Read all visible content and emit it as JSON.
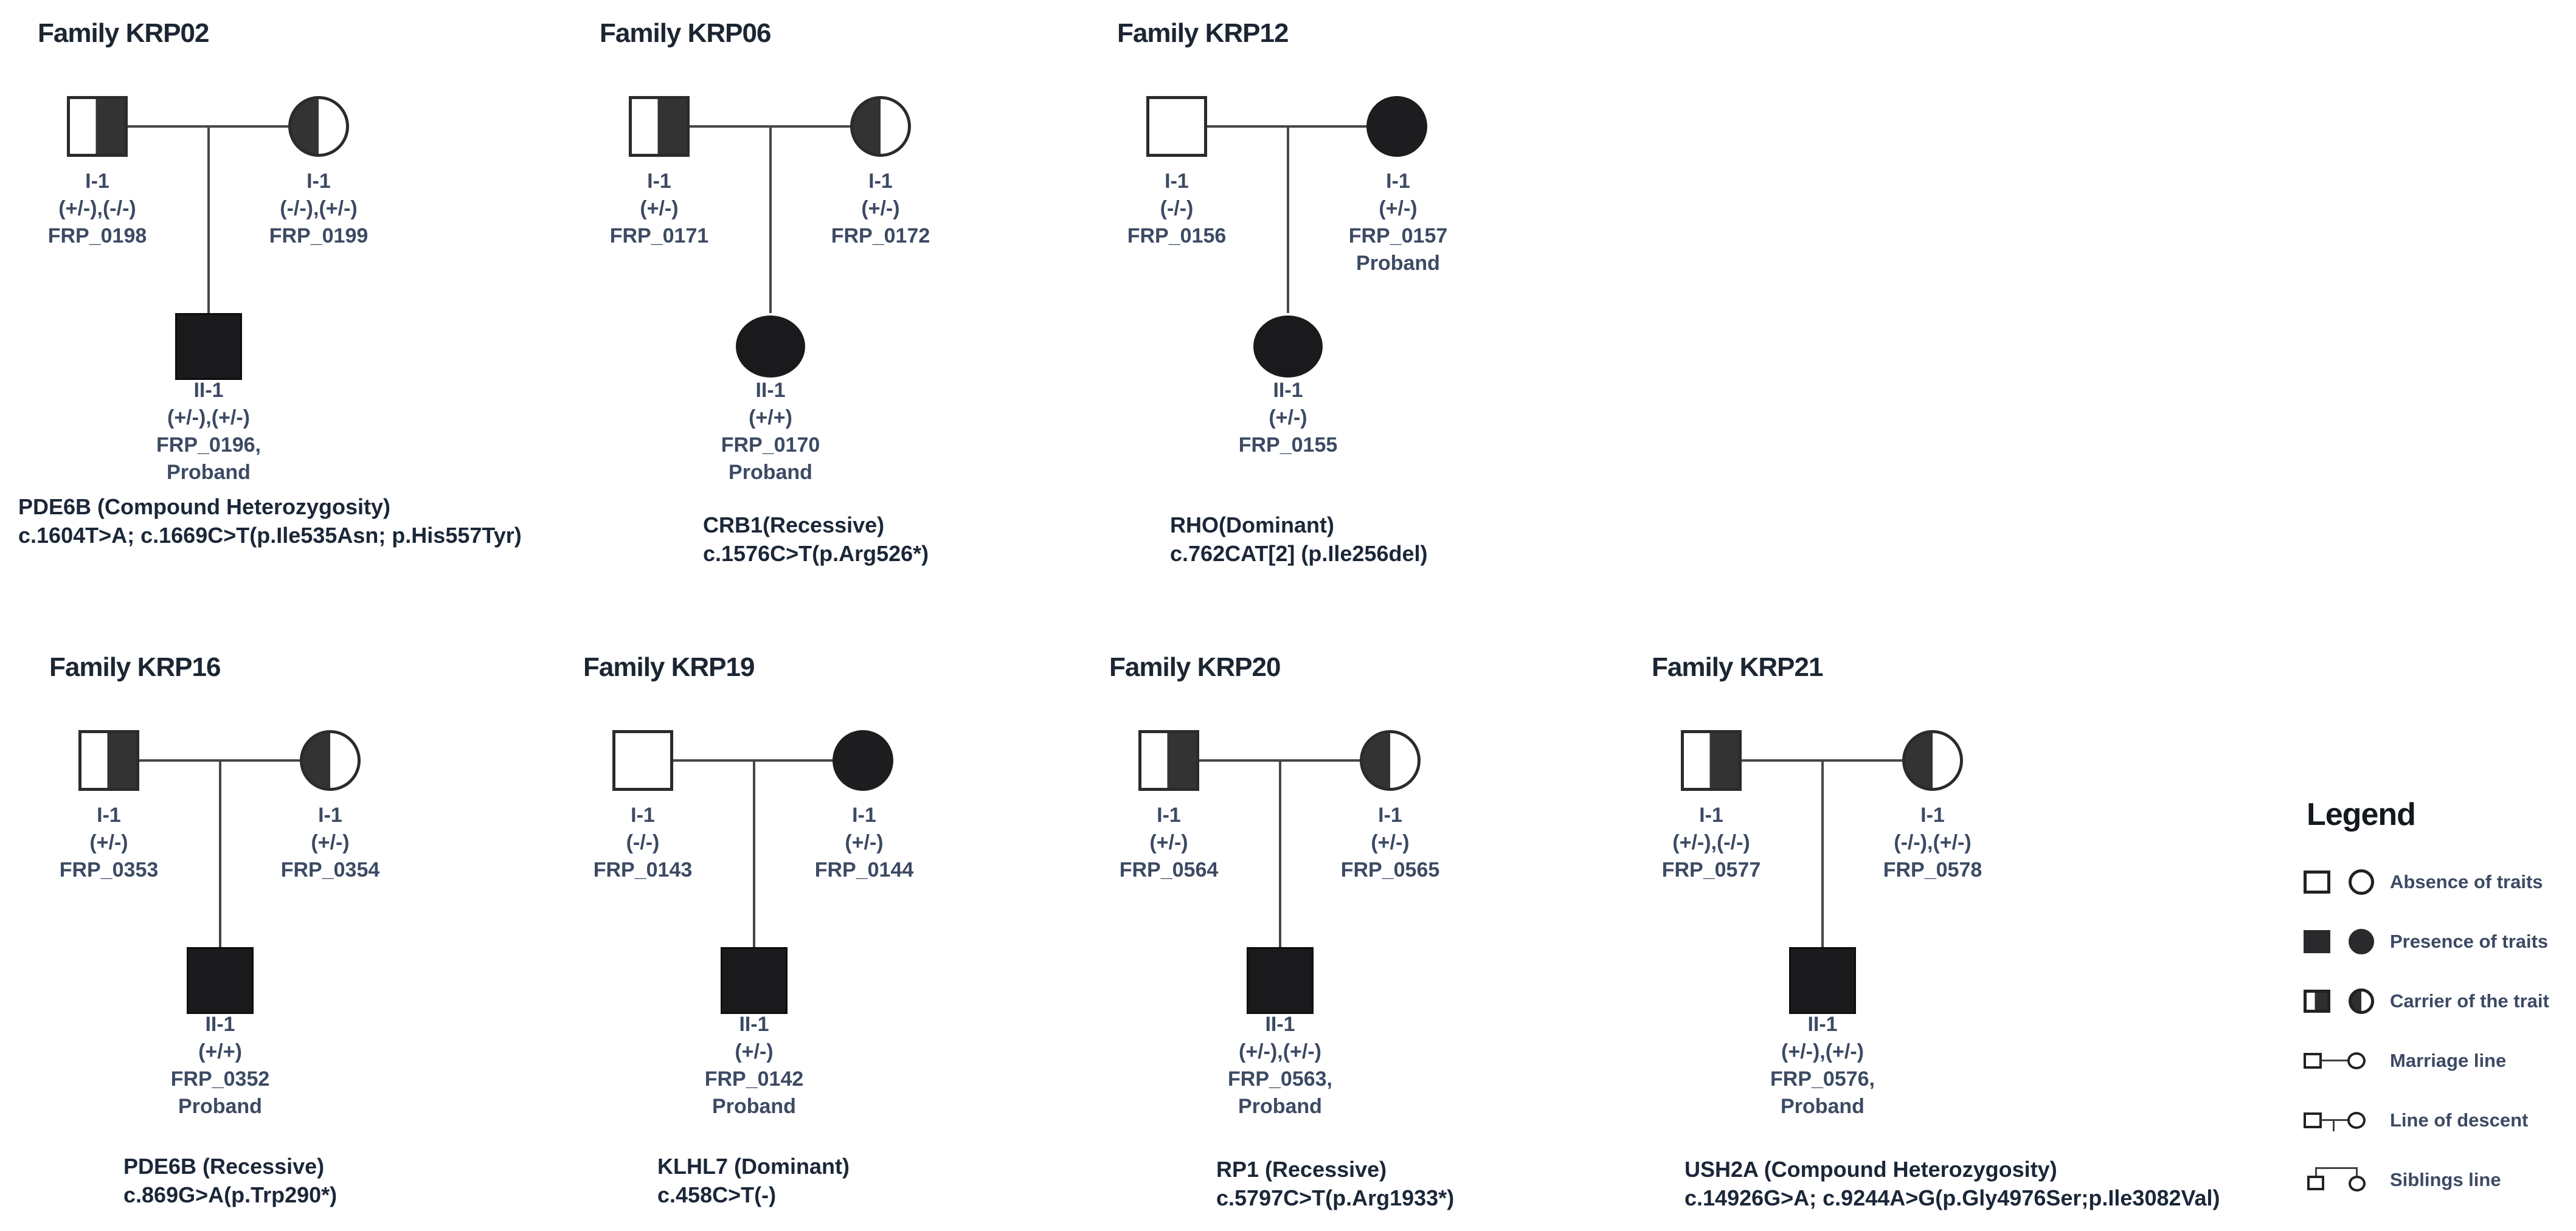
{
  "figure": {
    "type": "pedigree-diagram",
    "background": "#ffffff",
    "colors": {
      "title_text": "#1c2633",
      "label_text": "#3c4a63",
      "gene_text": "#1b2738",
      "symbol_fill": "#1a1a1c",
      "carrier_fill": "#333333",
      "line": "#474747"
    }
  },
  "families": [
    {
      "id": "KRP02",
      "title": "Family KRP02",
      "father": {
        "symbol": "carrier-half-filled-square",
        "lines": [
          "I-1",
          "(+/-),(-/-)",
          "FRP_0198"
        ]
      },
      "mother": {
        "symbol": "carrier-half-filled-circle",
        "lines": [
          "I-1",
          "(-/-),(+/-)",
          "FRP_0199"
        ]
      },
      "child": {
        "symbol": "affected-filled-square",
        "lines": [
          "II-1",
          "(+/-),(+/-)",
          "FRP_0196,",
          "Proband"
        ]
      },
      "gene": [
        "PDE6B (Compound Heterozygosity)",
        "c.1604T>A; c.1669C>T(p.Ile535Asn; p.His557Tyr)"
      ]
    },
    {
      "id": "KRP06",
      "title": "Family KRP06",
      "father": {
        "symbol": "carrier-half-filled-square",
        "lines": [
          "I-1",
          "(+/-)",
          "FRP_0171"
        ]
      },
      "mother": {
        "symbol": "carrier-half-filled-circle",
        "lines": [
          "I-1",
          "(+/-)",
          "FRP_0172"
        ]
      },
      "child": {
        "symbol": "affected-filled-circle",
        "lines": [
          "II-1",
          "(+/+)",
          "FRP_0170",
          "Proband"
        ]
      },
      "gene": [
        "CRB1(Recessive)",
        "c.1576C>T(p.Arg526*)"
      ]
    },
    {
      "id": "KRP12",
      "title": "Family KRP12",
      "father": {
        "symbol": "unaffected-empty-square",
        "lines": [
          "I-1",
          "(-/-)",
          "FRP_0156"
        ]
      },
      "mother": {
        "symbol": "affected-filled-circle",
        "lines": [
          "I-1",
          "(+/-)",
          "FRP_0157",
          "Proband"
        ]
      },
      "child": {
        "symbol": "affected-filled-circle",
        "lines": [
          "II-1",
          "(+/-)",
          "FRP_0155"
        ]
      },
      "gene": [
        "RHO(Dominant)",
        "c.762CAT[2] (p.Ile256del)"
      ]
    },
    {
      "id": "KRP16",
      "title": "Family KRP16",
      "father": {
        "symbol": "carrier-half-filled-square",
        "lines": [
          "I-1",
          "(+/-)",
          "FRP_0353"
        ]
      },
      "mother": {
        "symbol": "carrier-half-filled-circle",
        "lines": [
          "I-1",
          "(+/-)",
          "FRP_0354"
        ]
      },
      "child": {
        "symbol": "affected-filled-square",
        "lines": [
          "II-1",
          "(+/+)",
          "FRP_0352",
          "Proband"
        ]
      },
      "gene": [
        "PDE6B (Recessive)",
        "c.869G>A(p.Trp290*)"
      ]
    },
    {
      "id": "KRP19",
      "title": "Family KRP19",
      "father": {
        "symbol": "unaffected-empty-square",
        "lines": [
          "I-1",
          "(-/-)",
          "FRP_0143"
        ]
      },
      "mother": {
        "symbol": "affected-filled-circle",
        "lines": [
          "I-1",
          "(+/-)",
          "FRP_0144"
        ]
      },
      "child": {
        "symbol": "affected-filled-square",
        "lines": [
          "II-1",
          "(+/-)",
          "FRP_0142",
          "Proband"
        ]
      },
      "gene": [
        "KLHL7 (Dominant)",
        "c.458C>T(-)"
      ]
    },
    {
      "id": "KRP20",
      "title": "Family KRP20",
      "father": {
        "symbol": "carrier-half-filled-square",
        "lines": [
          "I-1",
          "(+/-)",
          "FRP_0564"
        ]
      },
      "mother": {
        "symbol": "carrier-half-filled-circle",
        "lines": [
          "I-1",
          "(+/-)",
          "FRP_0565"
        ]
      },
      "child": {
        "symbol": "affected-filled-square",
        "lines": [
          "II-1",
          "(+/-),(+/-)",
          "FRP_0563,",
          "Proband"
        ]
      },
      "gene": [
        "RP1 (Recessive)",
        "c.5797C>T(p.Arg1933*)"
      ]
    },
    {
      "id": "KRP21",
      "title": "Family KRP21",
      "father": {
        "symbol": "carrier-half-filled-square",
        "lines": [
          "I-1",
          "(+/-),(-/-)",
          "FRP_0577"
        ]
      },
      "mother": {
        "symbol": "carrier-half-filled-circle",
        "lines": [
          "I-1",
          "(-/-),(+/-)",
          "FRP_0578"
        ]
      },
      "child": {
        "symbol": "affected-filled-square",
        "lines": [
          "II-1",
          "(+/-),(+/-)",
          "FRP_0576,",
          "Proband"
        ]
      },
      "gene": [
        "USH2A (Compound Heterozygosity)",
        "c.14926G>A; c.9244A>G(p.Gly4976Ser;p.Ile3082Val)"
      ]
    }
  ],
  "legend": {
    "title": "Legend",
    "items": [
      {
        "symbol": "empty-square-and-circle",
        "label": "Absence of traits"
      },
      {
        "symbol": "filled-square-and-circle",
        "label": "Presence of traits"
      },
      {
        "symbol": "half-filled-square-and-circle",
        "label": "Carrier of the trait"
      },
      {
        "symbol": "square-line-circle",
        "label": "Marriage line"
      },
      {
        "symbol": "square-line-circle-with-descent-tick",
        "label": "Line of descent"
      },
      {
        "symbol": "square-circle-top-bracket",
        "label": "Siblings line"
      }
    ]
  }
}
